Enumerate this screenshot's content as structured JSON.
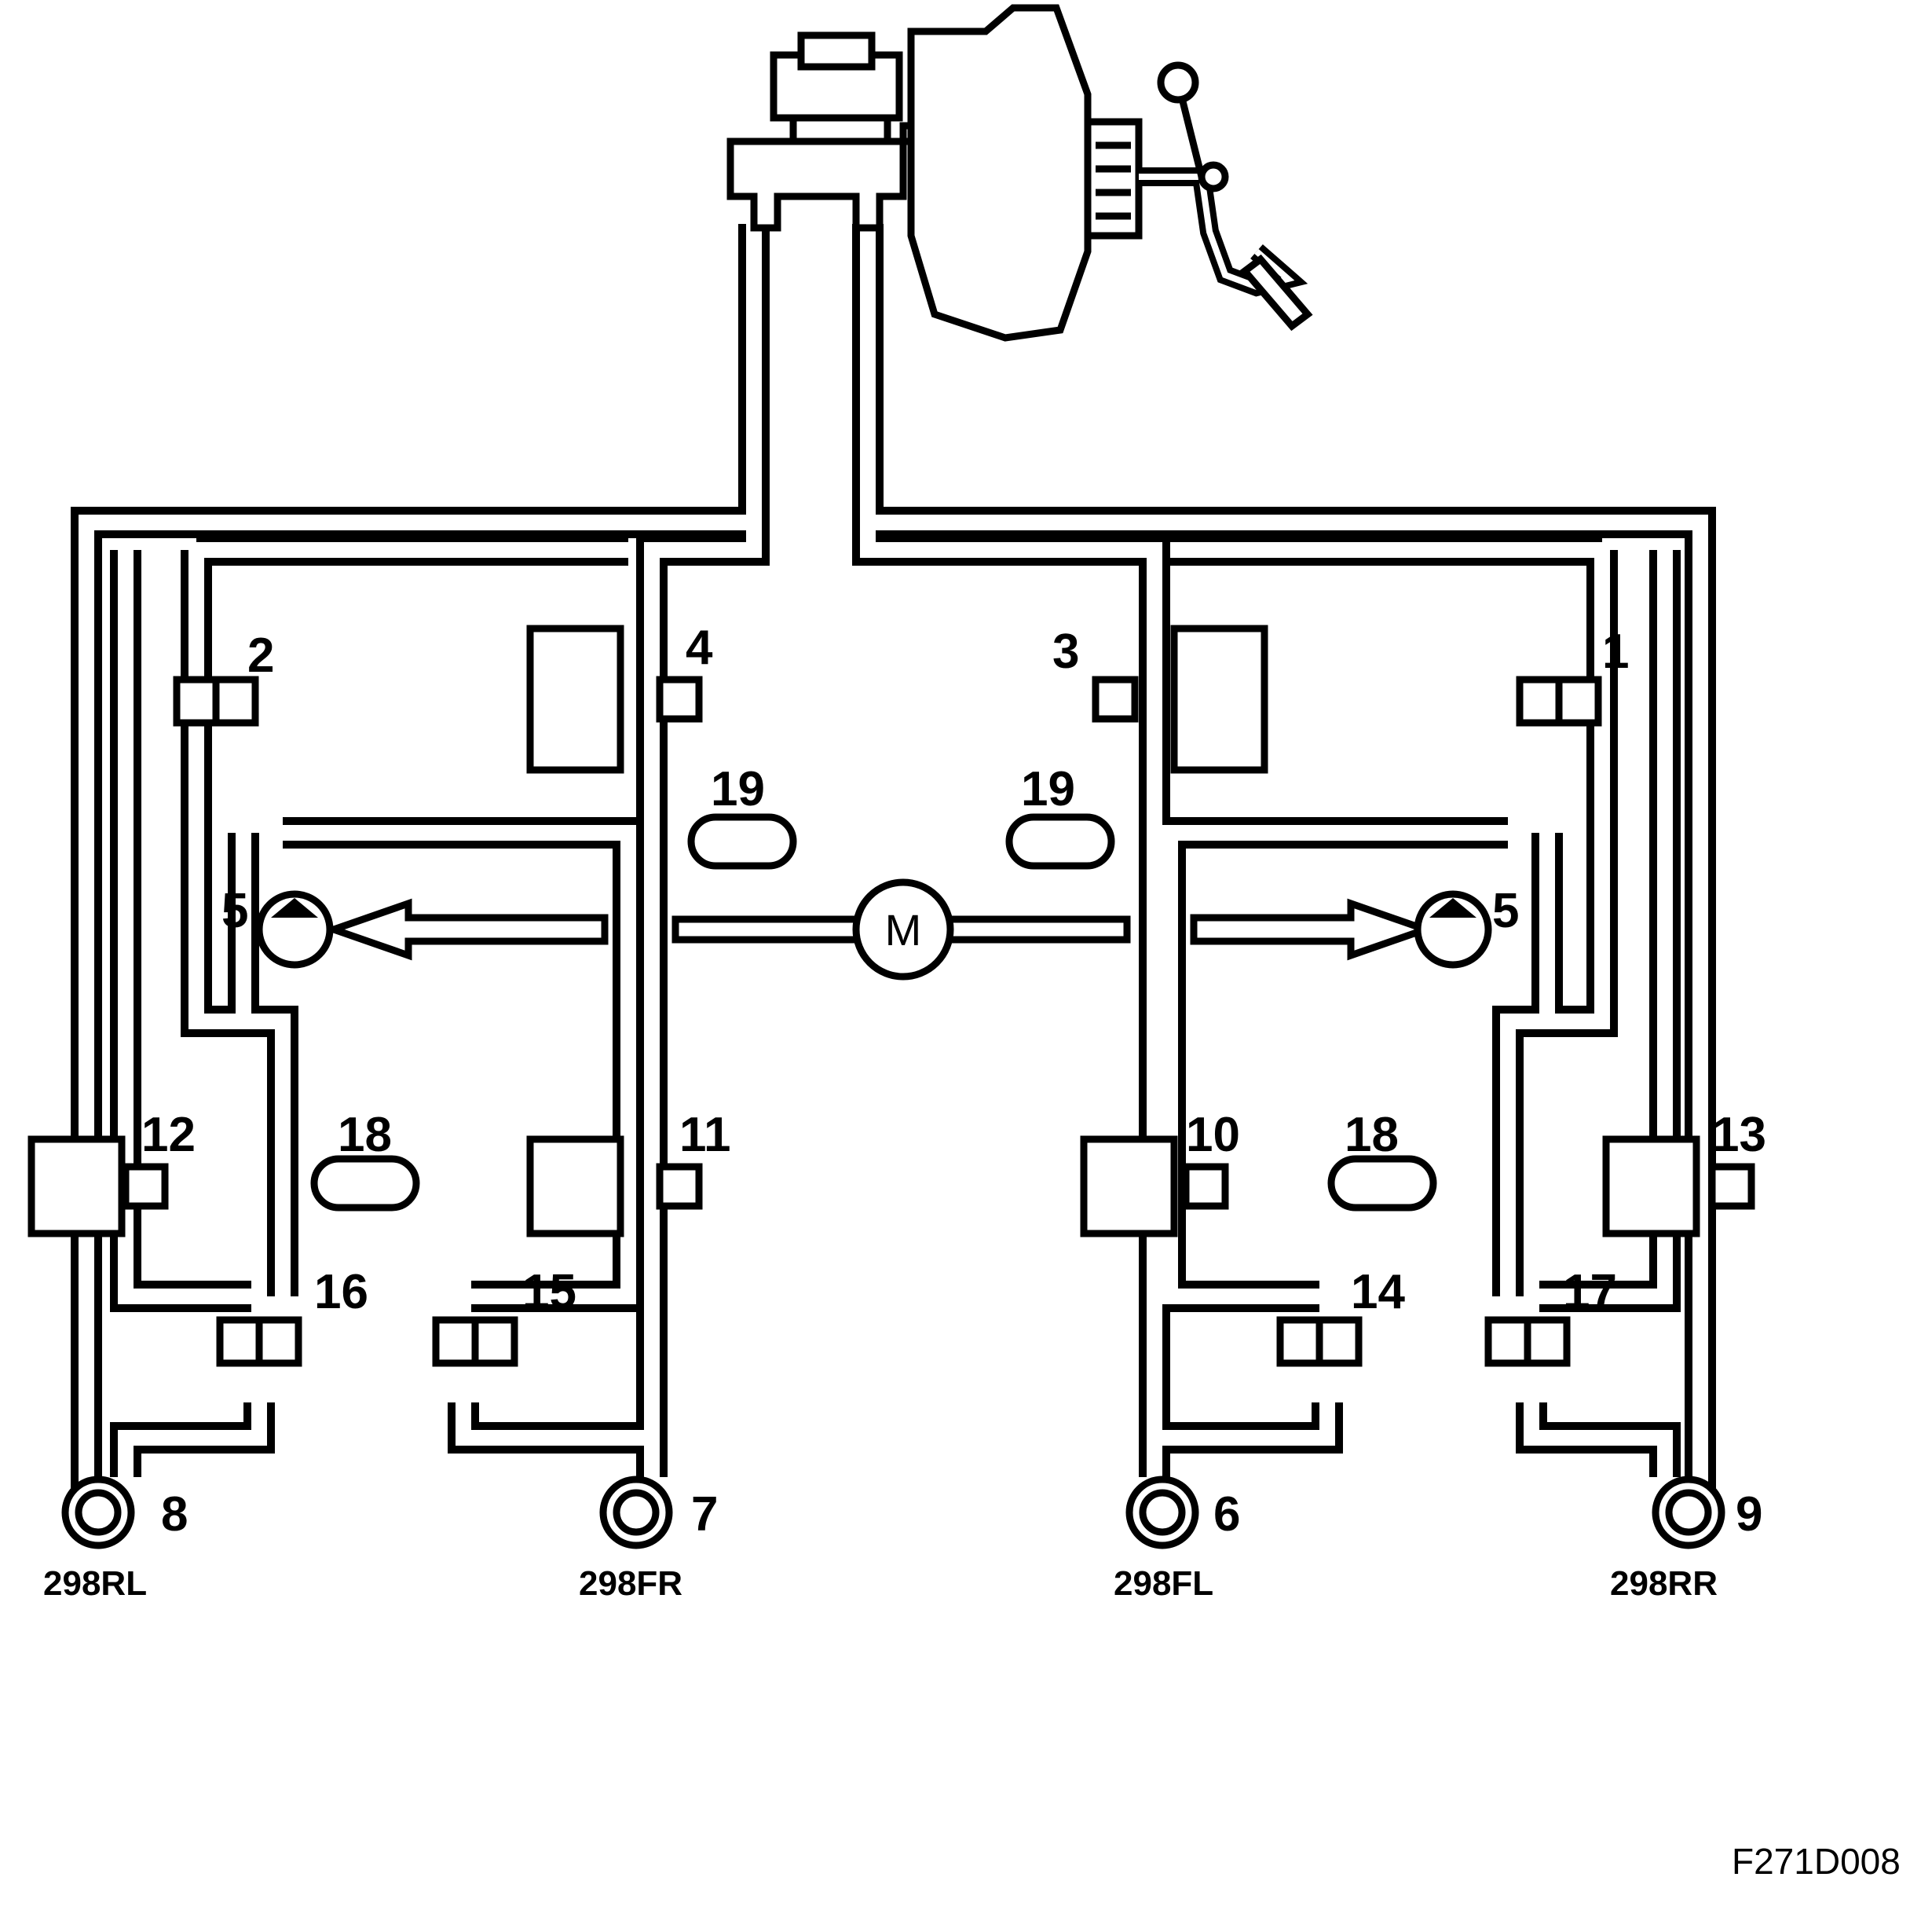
{
  "labels": {
    "n1": "1",
    "n2": "2",
    "n3": "3",
    "n4": "4",
    "n5a": "5",
    "n5b": "5",
    "n6": "6",
    "n7": "7",
    "n8": "8",
    "n9": "9",
    "n10": "10",
    "n11": "11",
    "n12": "12",
    "n13": "13",
    "n14": "14",
    "n15": "15",
    "n16": "16",
    "n17": "17",
    "n18a": "18",
    "n18b": "18",
    "n19a": "19",
    "n19b": "19"
  },
  "motor": {
    "label": "M"
  },
  "wheels": {
    "rl": "298RL",
    "fr": "298FR",
    "fl": "298FL",
    "rr": "298RR"
  },
  "figure_code": "F271D008"
}
